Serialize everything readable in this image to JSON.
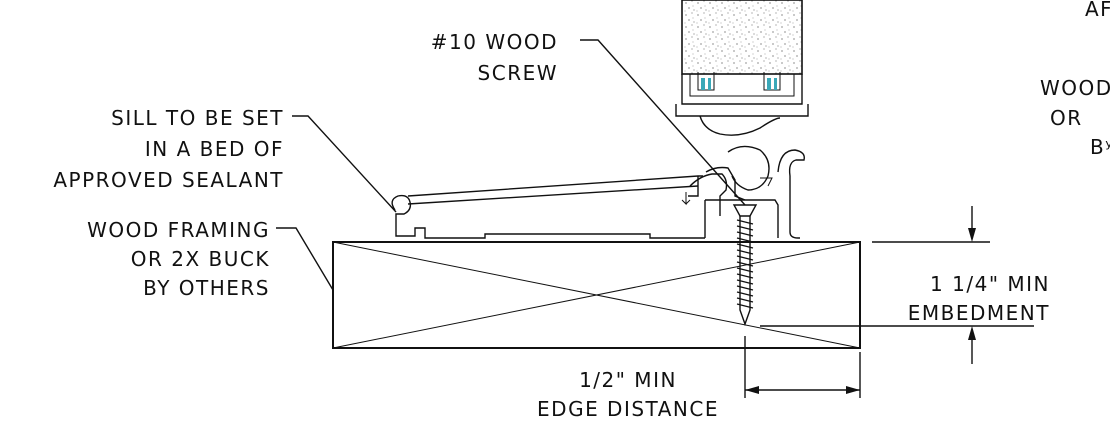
{
  "labels": {
    "wood_screw": [
      "#10 WOOD",
      "SCREW"
    ],
    "sill": [
      "SILL TO BE SET",
      "IN A BED OF",
      "APPROVED SEALANT"
    ],
    "framing": [
      "WOOD FRAMING",
      "OR 2X BUCK",
      "BY OTHERS"
    ],
    "embedment": [
      "1 1/4\" MIN",
      "EMBEDMENT"
    ],
    "edge": [
      "1/2\" MIN",
      "EDGE DISTANCE"
    ],
    "right_cut": [
      "AF",
      "WOOD",
      "OR",
      "Bʸ"
    ]
  }
}
